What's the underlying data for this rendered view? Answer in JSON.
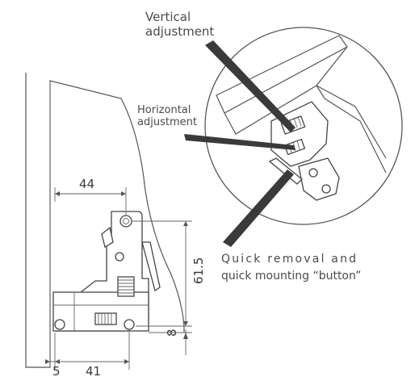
{
  "callouts": {
    "vertical_line1": "Vertical",
    "vertical_line2": "adjustment",
    "horizontal_line1": "Horizontal",
    "horizontal_line2": "adjustment",
    "quick_line1": "Quick removal and",
    "quick_line2": "quick mounting “button”"
  },
  "dimensions": {
    "d44": "44",
    "d61_5": "61.5",
    "d8": "8",
    "d5": "5",
    "d41": "41"
  }
}
